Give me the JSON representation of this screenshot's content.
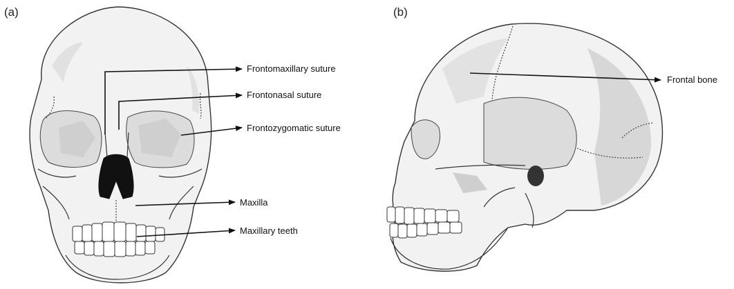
{
  "panels": {
    "a": {
      "label": "(a)"
    },
    "b": {
      "label": "(b)"
    }
  },
  "callouts": {
    "frontomaxillary": "Frontomaxillary suture",
    "frontonasal": "Frontonasal suture",
    "frontozygomatic": "Frontozygomatic suture",
    "maxilla": "Maxilla",
    "maxillary_teeth": "Maxillary teeth",
    "frontal_bone": "Frontal bone"
  }
}
